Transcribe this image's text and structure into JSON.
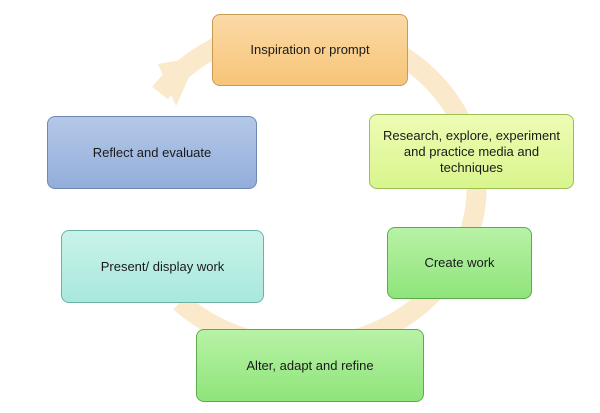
{
  "diagram": {
    "ring_color": "#fbe9cc",
    "nodes": [
      {
        "id": "inspiration",
        "label": "Inspiration or prompt",
        "color": "#f7c578"
      },
      {
        "id": "research",
        "label": "Research, explore, experiment and practice media and techniques",
        "color": "#d9f58d"
      },
      {
        "id": "create",
        "label": "Create work",
        "color": "#8fe47b"
      },
      {
        "id": "alter",
        "label": "Alter, adapt and refine",
        "color": "#8fe47b"
      },
      {
        "id": "present",
        "label": "Present/ display work",
        "color": "#a9e8dc"
      },
      {
        "id": "reflect",
        "label": "Reflect and evaluate",
        "color": "#93aedb"
      }
    ]
  }
}
